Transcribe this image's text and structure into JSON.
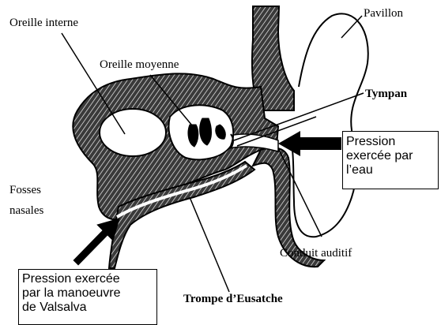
{
  "labels": {
    "oreille_interne": "Oreille interne",
    "oreille_moyenne": "Oreille moyenne",
    "pavillon": "Pavillon",
    "tympan": "Tympan",
    "fosses_nasales_1": "Fosses",
    "fosses_nasales_2": "nasales",
    "conduit_auditif": "Conduit auditif",
    "trompe": "Trompe d’Eusatche"
  },
  "box_eau": {
    "line1": "Pression",
    "line2": "exercée par",
    "line3": "l’eau"
  },
  "box_valsalva": {
    "line1": "Pression exercée",
    "line2": "par la manoeuvre",
    "line3": "de Valsalva"
  },
  "colors": {
    "ink": "#000000",
    "hatch": "#444444",
    "background": "#ffffff"
  }
}
